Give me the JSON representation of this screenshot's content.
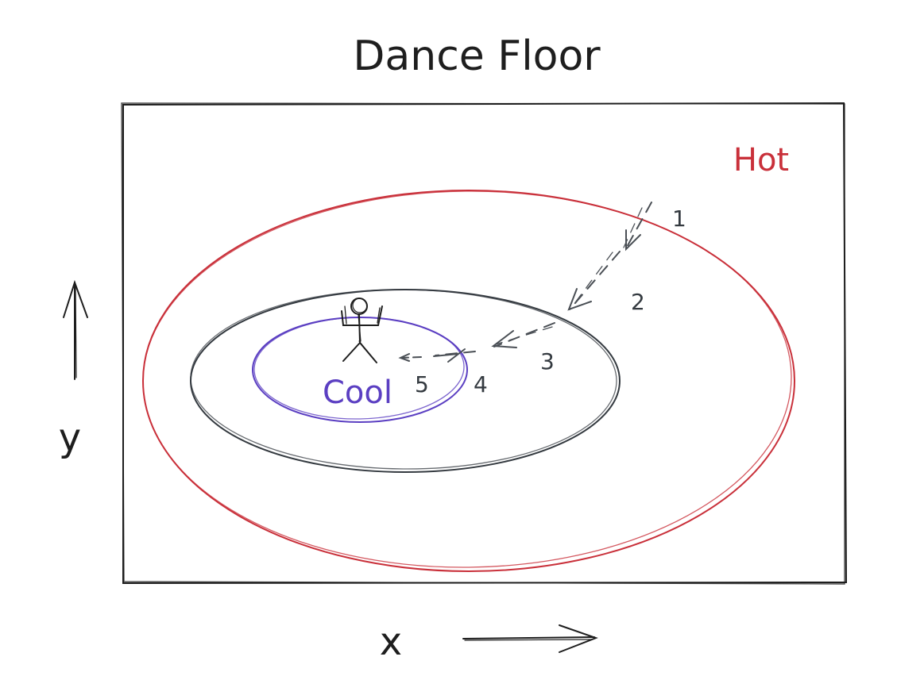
{
  "title": "Dance Floor",
  "zones": {
    "hot": {
      "label": "Hot",
      "color": "#c9303a"
    },
    "middle": {
      "color": "#343a40"
    },
    "cool": {
      "label": "Cool",
      "color": "#5b3fc2"
    }
  },
  "steps": [
    "1",
    "2",
    "3",
    "4",
    "5"
  ],
  "axes": {
    "x_label": "x",
    "y_label": "y"
  },
  "colors": {
    "ink": "#1e1e1e",
    "arrows": "#4a4f55"
  },
  "icons": {
    "person": "stick-figure-icon"
  }
}
